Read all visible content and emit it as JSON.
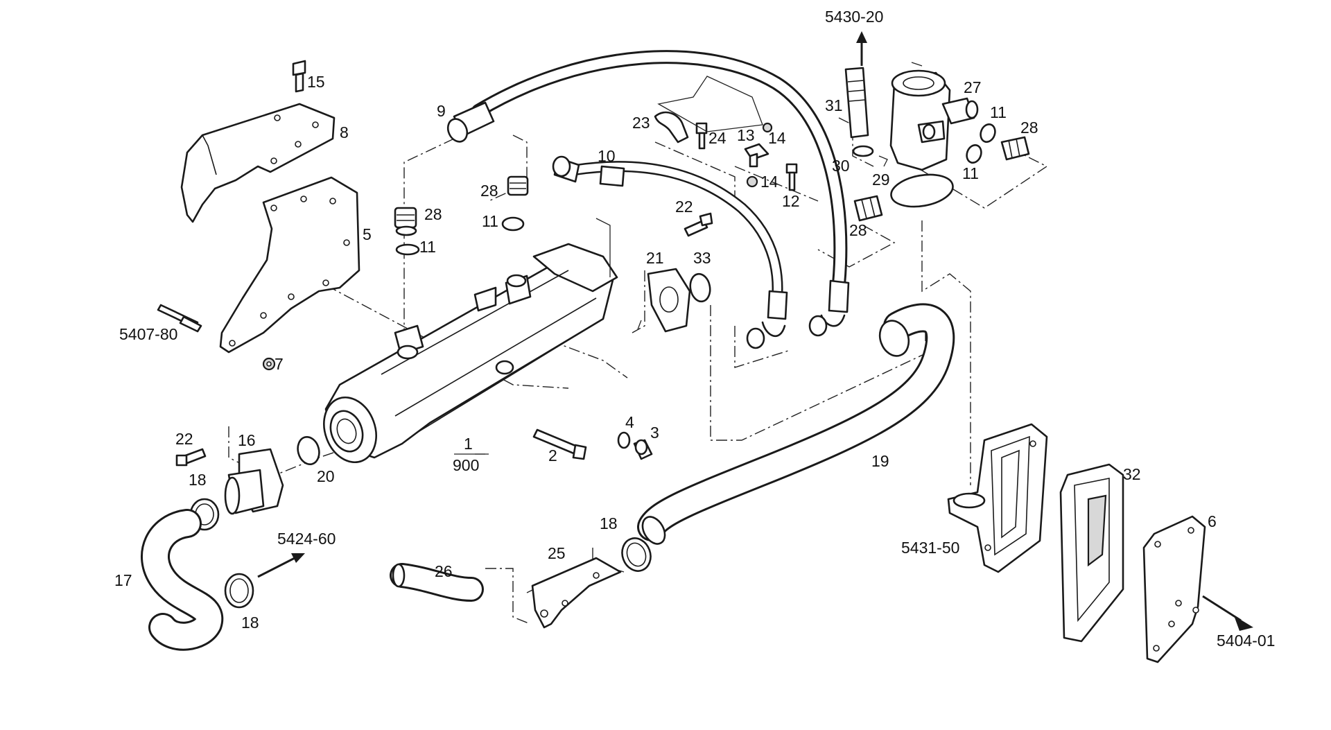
{
  "labels": {
    "l1": "1",
    "l900": "900",
    "l2": "2",
    "l3": "3",
    "l4": "4",
    "l5": "5",
    "l6": "6",
    "l7": "7",
    "l8": "8",
    "l9": "9",
    "l10": "10",
    "l11a": "11",
    "l11b": "11",
    "l11c": "11",
    "l11d": "11",
    "l12": "12",
    "l13": "13",
    "l14a": "14",
    "l14b": "14",
    "l15": "15",
    "l16": "16",
    "l17": "17",
    "l18a": "18",
    "l18b": "18",
    "l18c": "18",
    "l19": "19",
    "l20": "20",
    "l21": "21",
    "l22a": "22",
    "l22b": "22",
    "l23": "23",
    "l24": "24",
    "l25": "25",
    "l26": "26",
    "l27": "27",
    "l28a": "28",
    "l28b": "28",
    "l28c": "28",
    "l28d": "28",
    "l29": "29",
    "l30": "30",
    "l31": "31",
    "l32": "32",
    "l33": "33",
    "ref5430": "5430-20",
    "ref5407": "5407-80",
    "ref5424": "5424-60",
    "ref5431": "5431-50",
    "ref5404": "5404-01"
  },
  "colors": {
    "ink": "#1a1a1a",
    "background": "#ffffff"
  }
}
